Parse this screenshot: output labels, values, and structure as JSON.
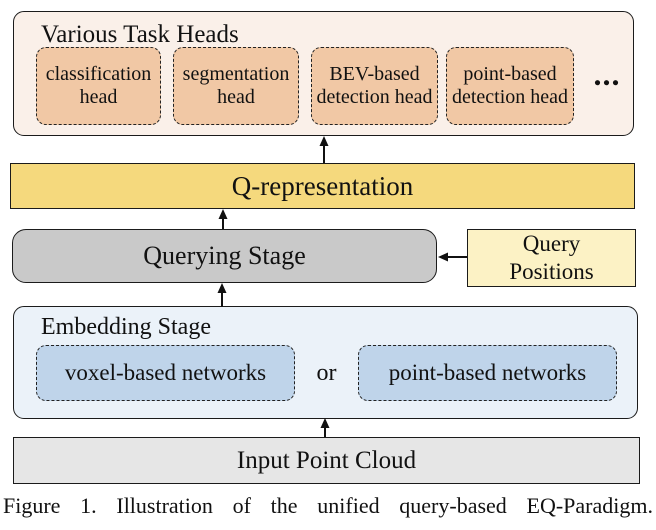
{
  "figure": {
    "task_heads": {
      "title": "Various Task Heads",
      "heads": [
        "classification head",
        "segmentation head",
        "BEV-based detection head",
        "point-based detection head"
      ],
      "ellipsis": "..."
    },
    "q_representation": {
      "label": "Q-representation"
    },
    "querying_stage": {
      "label": "Querying Stage"
    },
    "query_positions": {
      "label": "Query Positions"
    },
    "embedding_stage": {
      "title": "Embedding Stage",
      "networks": [
        "voxel-based networks",
        "point-based networks"
      ],
      "connector": "or"
    },
    "input": {
      "label": "Input Point Cloud"
    },
    "caption": "Figure 1. Illustration of the unified query-based EQ-Paradigm."
  },
  "colors": {
    "task_heads_bg": "#faf0e9",
    "head_box_bg": "#f1c8a5",
    "q_representation_bg": "#f5d97d",
    "query_positions_bg": "#fcf2c5",
    "querying_stage_bg": "#c9c9c9",
    "embedding_bg": "#ebf2f9",
    "network_box_bg": "#bfd4ea",
    "input_bg": "#e6e6e6",
    "outline": "#1b1b1b"
  }
}
